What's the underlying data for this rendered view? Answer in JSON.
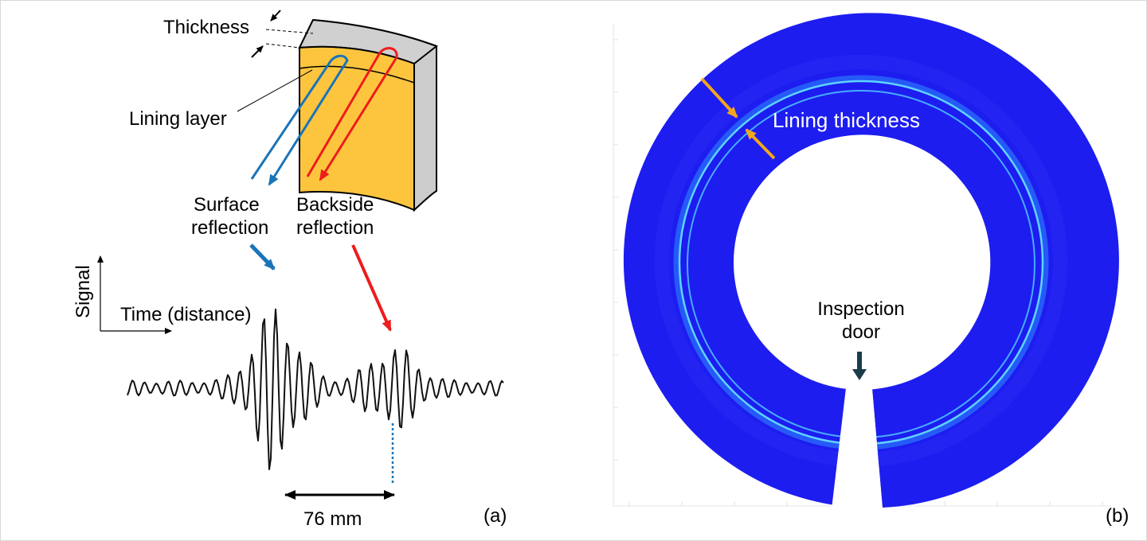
{
  "panel_a": {
    "thickness_label": "Thickness",
    "lining_layer_label": "Lining layer",
    "surface_reflection_line1": "Surface",
    "surface_reflection_line2": "reflection",
    "backside_reflection_line1": "Backside",
    "backside_reflection_line2": "reflection",
    "y_axis_label": "Signal",
    "x_axis_label": "Time (distance)",
    "distance_label": "76 mm",
    "panel_letter": "(a)",
    "colors": {
      "lining": "#fdc53e",
      "backing": "#cccccc",
      "surface_ray": "#1a74b8",
      "backside_ray": "#ee1c1c",
      "signal": "#111111",
      "marker": "#1a74b8"
    }
  },
  "panel_b": {
    "lining_thickness_label": "Lining thickness",
    "inspection_door_line1": "Inspection",
    "inspection_door_line2": "door",
    "panel_letter": "(b)",
    "colors": {
      "ring_fill": "#1d1df0",
      "echo_ring": "#5fd4ff",
      "echo_glow": "#2d8cff",
      "arrows": "#f2a61c",
      "door_arrow": "#1b3c4a"
    }
  }
}
